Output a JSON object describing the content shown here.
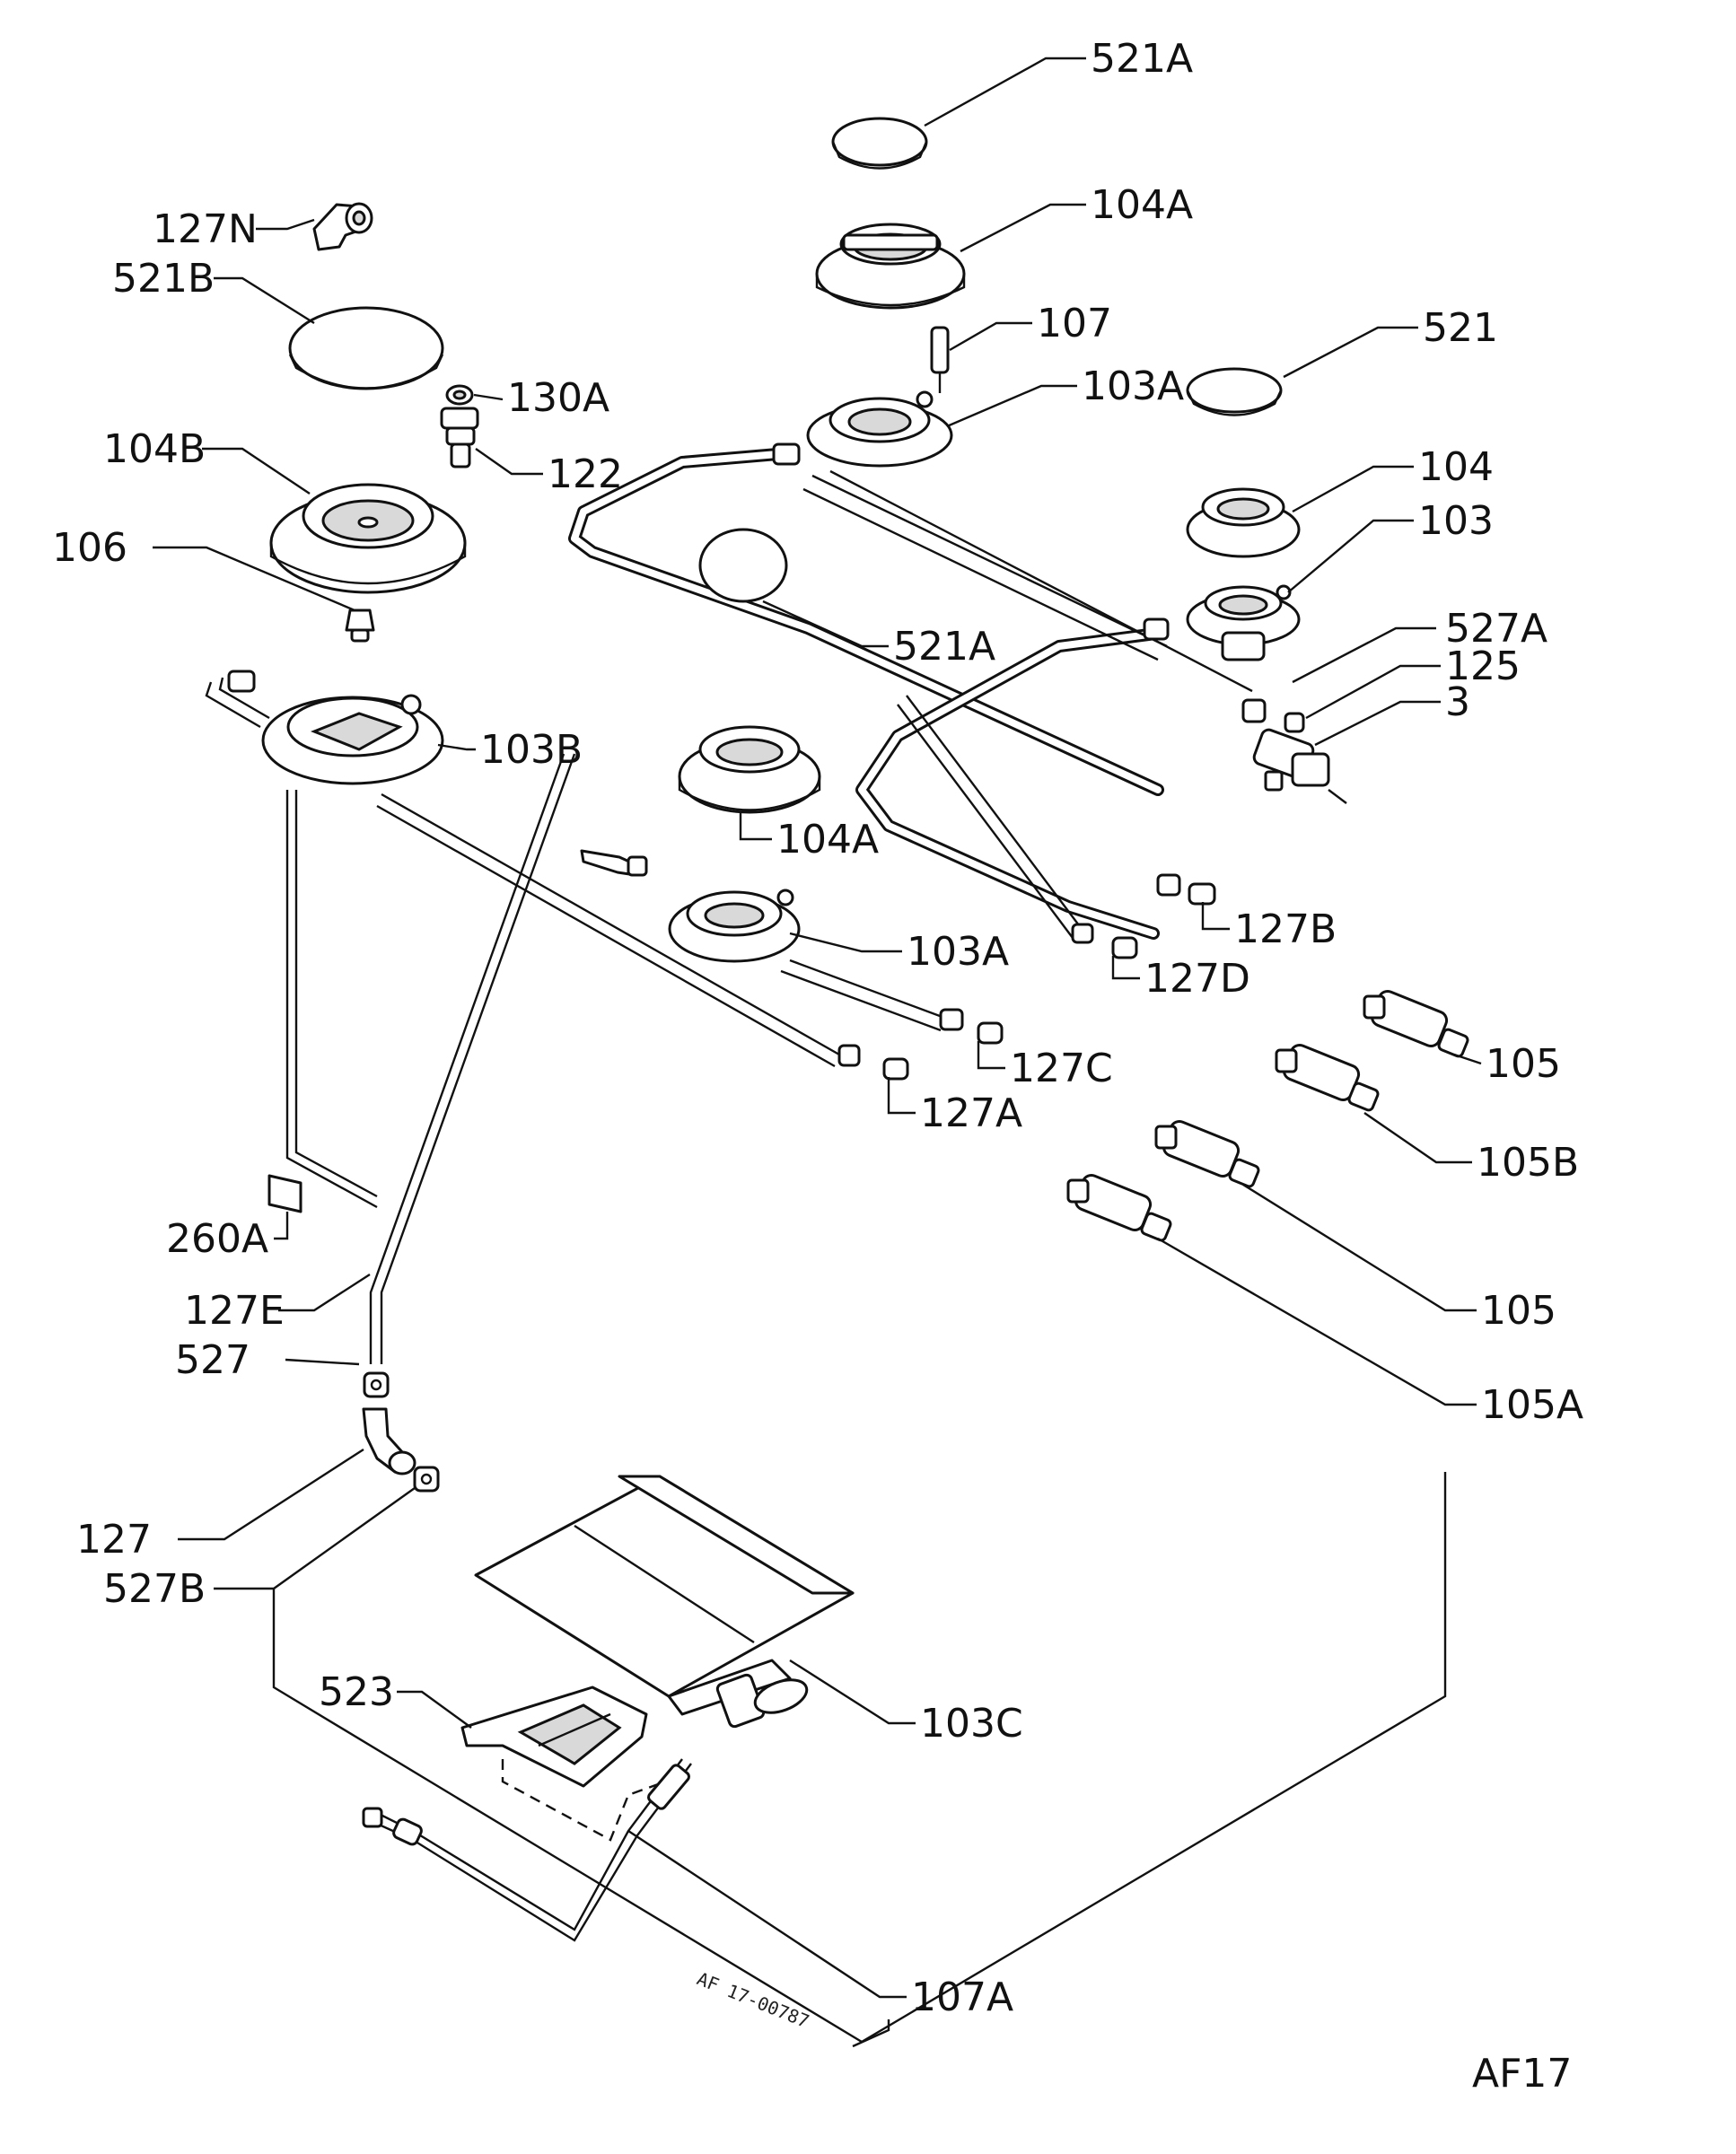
{
  "diagram": {
    "labels": {
      "l_521A_top": "521A",
      "l_104A_top": "104A",
      "l_107": "107",
      "l_521": "521",
      "l_103A_top": "103A",
      "l_104": "104",
      "l_103": "103",
      "l_527A": "527A",
      "l_125": "125",
      "l_3": "3",
      "l_127N": "127N",
      "l_521B": "521B",
      "l_130A": "130A",
      "l_122": "122",
      "l_104B": "104B",
      "l_106": "106",
      "l_103B": "103B",
      "l_521A_mid": "521A",
      "l_104A_mid": "104A",
      "l_127B": "127B",
      "l_127D": "127D",
      "l_103A_mid": "103A",
      "l_127C": "127C",
      "l_127A": "127A",
      "l_105_top": "105",
      "l_105B": "105B",
      "l_105_mid": "105",
      "l_105A": "105A",
      "l_260A": "260A",
      "l_127E": "127E",
      "l_527": "527",
      "l_127": "127",
      "l_527B": "527B",
      "l_523": "523",
      "l_103C": "103C",
      "l_107A": "107A"
    },
    "drawing_number": "AF 17-00787",
    "sheet_code": "AF17"
  }
}
